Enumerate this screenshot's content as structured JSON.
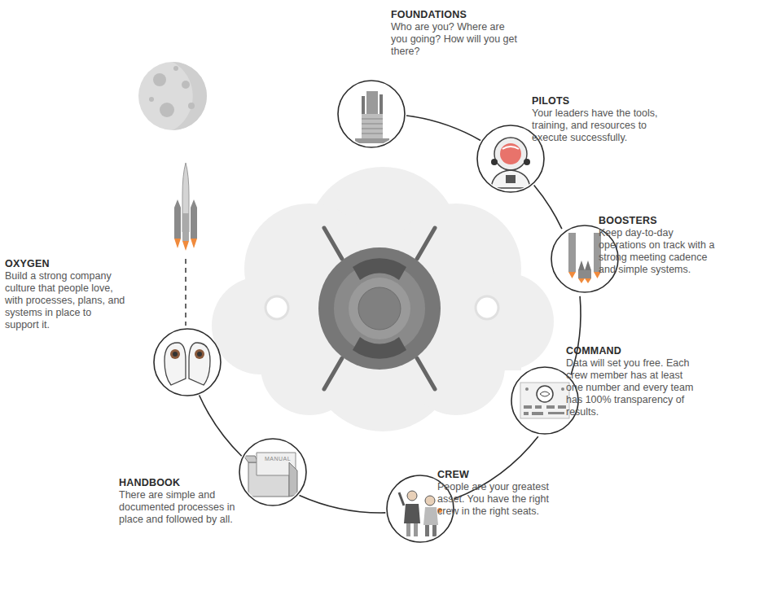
{
  "diagram": {
    "nodes": [
      {
        "text": [
          "FOUNDATIONS",
          "Who are you? Where are you going? How will you get there?"
        ]
      },
      {
        "text": [
          "PILOTS",
          "Your leaders have the tools, training, and resources to execute successfully."
        ]
      },
      {
        "text": [
          "BOOSTERS",
          "Keep day-to-day operations on track with a strong meeting cadence and simple systems."
        ]
      },
      {
        "text": [
          "COMMAND",
          "Data will set you free. Each crew member has at least one number and every team has 100% transparency of results."
        ]
      },
      {
        "text": [
          "CREW",
          "People are your greatest asset. You have the right crew in the right seats."
        ]
      },
      {
        "text": [
          "HANDBOOK",
          "There are simple and documented processes in place and followed by all."
        ]
      },
      {
        "text": [
          "OXYGEN",
          "Build a strong company culture that people love, with processes, plans, and systems in place to support it."
        ]
      }
    ],
    "edges": [
      {
        "from": 0,
        "to": 1,
        "arrow": "none"
      },
      {
        "from": 1,
        "to": 2,
        "arrow": "none"
      },
      {
        "from": 2,
        "to": 3,
        "arrow": "none"
      },
      {
        "from": 3,
        "to": 4,
        "arrow": "none"
      },
      {
        "from": 4,
        "to": 5,
        "arrow": "none"
      },
      {
        "from": 5,
        "to": 6,
        "arrow": "none"
      }
    ],
    "labels": [
      "MANUAL"
    ]
  }
}
